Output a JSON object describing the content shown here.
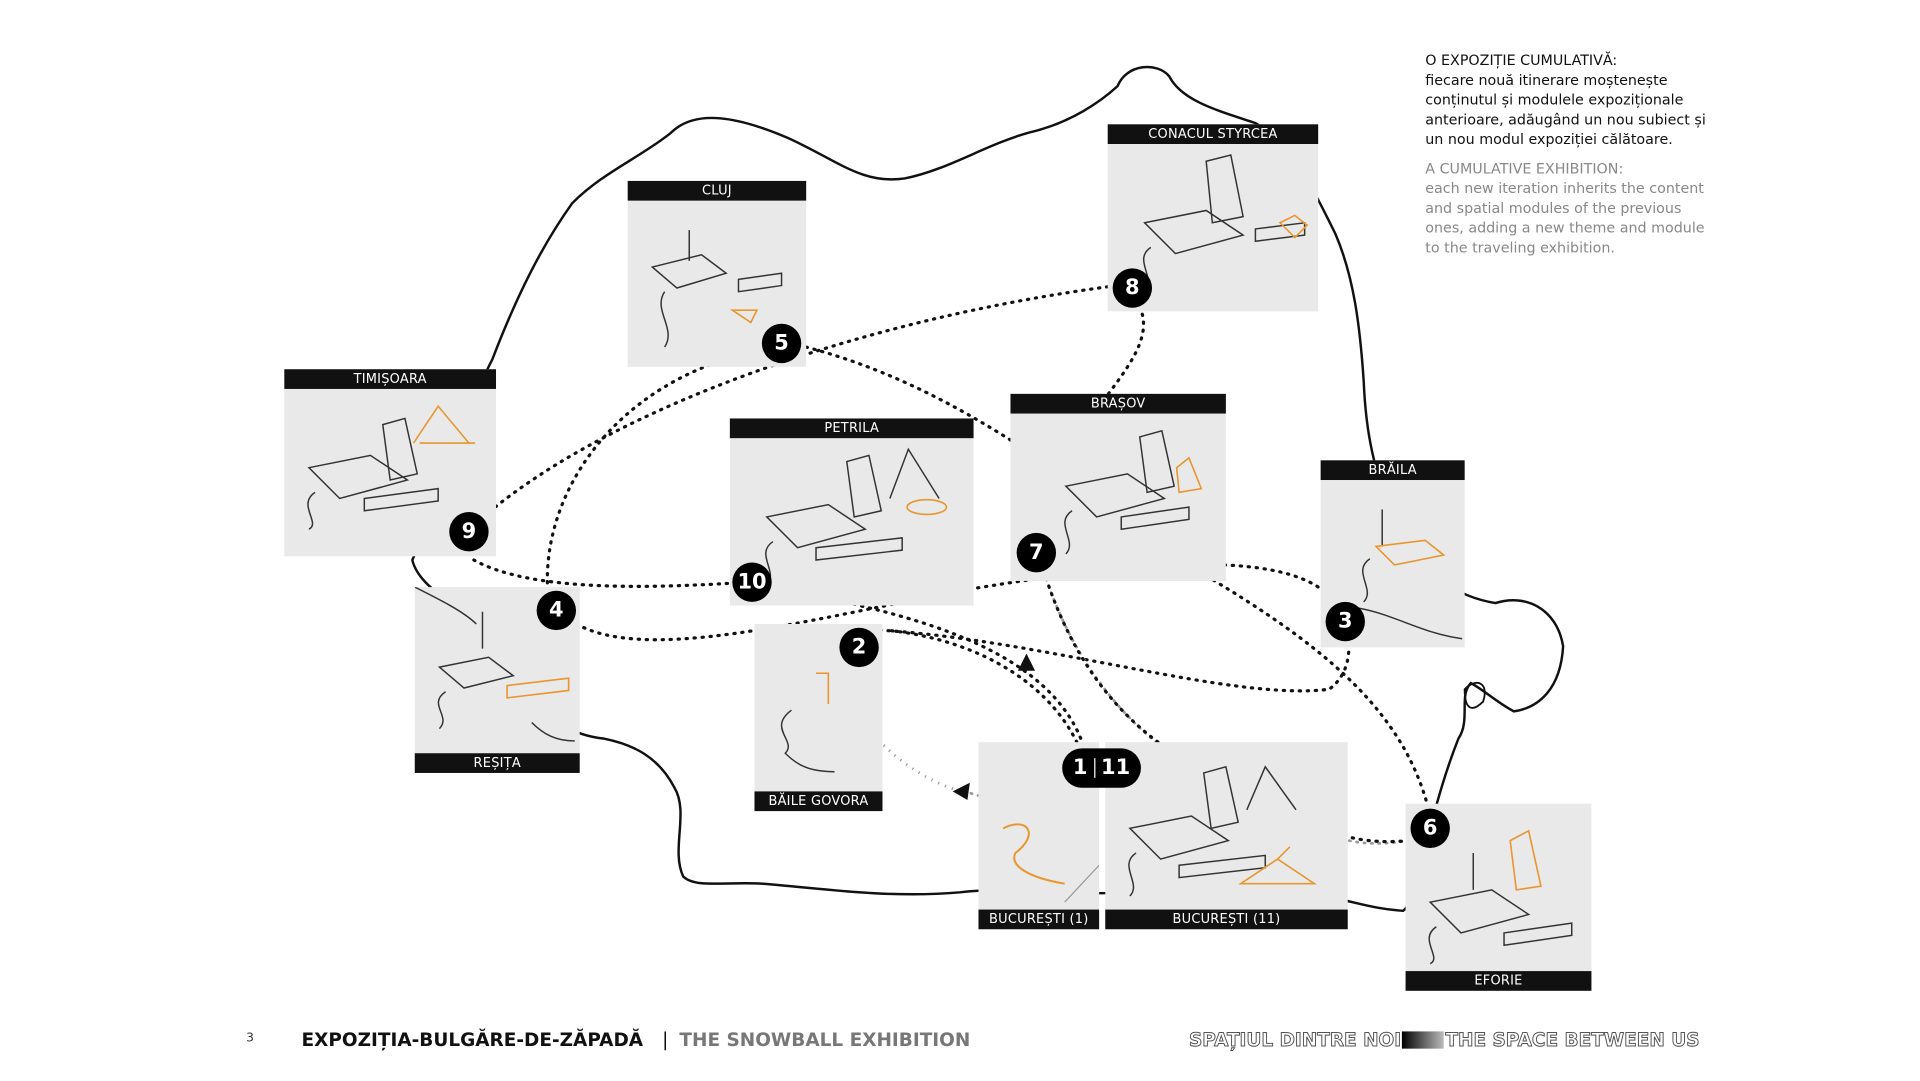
{
  "note": {
    "ro_title": "O EXPOZIȚIE CUMULATIVĂ:",
    "ro_body": "fiecare nouă itinerare moștenește conținutul și modulele expoziționale anterioare, adăugând un nou subiect și un nou modul expoziției călătoare.",
    "en_title": "A CUMULATIVE EXHIBITION:",
    "en_body": "each new iteration inherits the content and spatial modules of the previous ones, adding a new theme and module to the traveling exhibition."
  },
  "locations": {
    "cluj": "CLUJ",
    "styrcea": "CONACUL STYRCEA",
    "timisoara": "TIMIȘOARA",
    "petrila": "PETRILA",
    "brasov": "BRAȘOV",
    "braila": "BRĂILA",
    "resita": "REȘIȚA",
    "govora": "BĂILE GOVORA",
    "buc1": "BUCUREȘTI (1)",
    "buc11": "BUCUREȘTI (11)",
    "eforie": "EFORIE"
  },
  "markers": {
    "m1": "1",
    "m11": "11",
    "m2": "2",
    "m3": "3",
    "m4": "4",
    "m5": "5",
    "m6": "6",
    "m7": "7",
    "m8": "8",
    "m9": "9",
    "m10": "10"
  },
  "footer": {
    "page": "3",
    "title_ro": "EXPOZIȚIA-BULGĂRE-DE-ZĂPADĂ",
    "divider": "|",
    "title_en": "THE SNOWBALL EXHIBITION",
    "brand_ro": "SPAȚIUL DINTRE NOI",
    "brand_en": "THE SPACE BETWEEN US"
  },
  "colors": {
    "accent": "#e8962e",
    "ink": "#111111",
    "panel": "#e9e9ea"
  }
}
